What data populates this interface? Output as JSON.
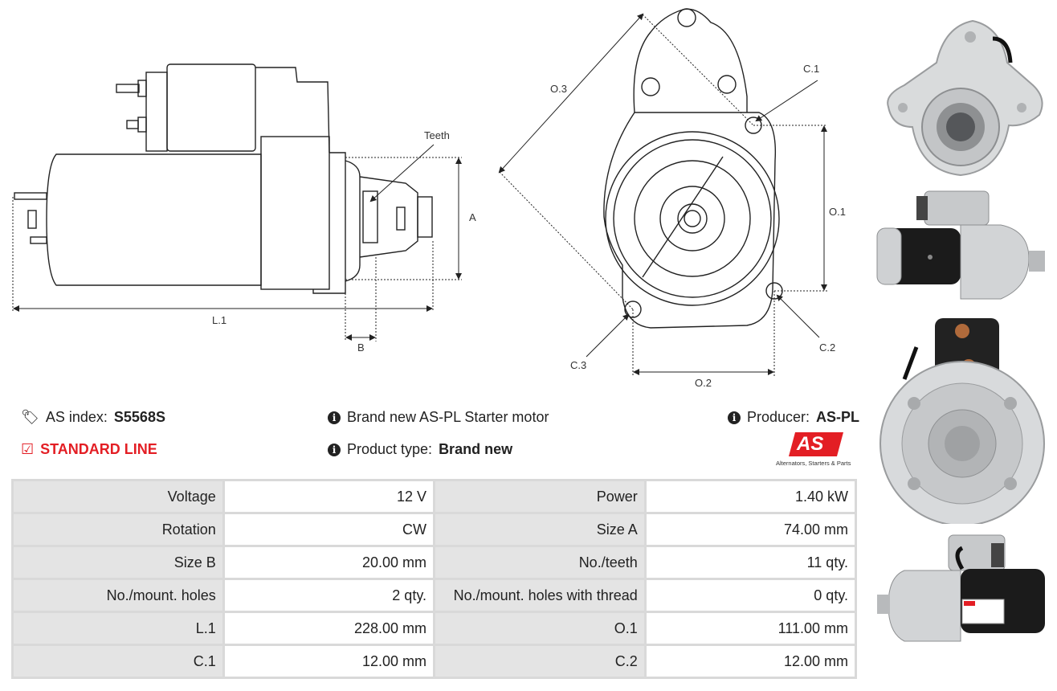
{
  "drawing_side": {
    "teeth_label": "Teeth",
    "dim_a": "A",
    "dim_l1": "L.1",
    "dim_b": "B"
  },
  "drawing_front": {
    "o3": "O.3",
    "c1": "C.1",
    "o1": "O.1",
    "c2": "C.2",
    "c3": "C.3",
    "o2": "O.2"
  },
  "info": {
    "as_index_label": "AS index:",
    "as_index_value": "S5568S",
    "line": "STANDARD LINE",
    "brand_text": "Brand new AS-PL Starter motor",
    "product_type_label": "Product type:",
    "product_type_value": "Brand new",
    "producer_label": "Producer:",
    "producer_value": "AS-PL",
    "logo_tagline": "Alternators, Starters & Parts",
    "logo_text": "AS",
    "accent_color": "#e31e24"
  },
  "specs": [
    [
      "Voltage",
      "12 V",
      "Power",
      "1.40 kW"
    ],
    [
      "Rotation",
      "CW",
      "Size A",
      "74.00 mm"
    ],
    [
      "Size B",
      "20.00 mm",
      "No./teeth",
      "11 qty."
    ],
    [
      "No./mount. holes",
      "2 qty.",
      "No./mount. holes with thread",
      "0 qty."
    ],
    [
      "L.1",
      "228.00 mm",
      "O.1",
      "111.00 mm"
    ],
    [
      "C.1",
      "12.00 mm",
      "C.2",
      "12.00 mm"
    ]
  ],
  "photos": [
    "front-view-photo",
    "side-view-photo",
    "rear-view-photo",
    "side-label-photo"
  ]
}
